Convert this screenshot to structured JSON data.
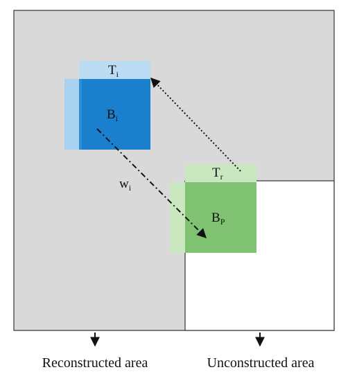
{
  "labels": {
    "template_i": "T",
    "template_i_sub": "i",
    "block_i": "B",
    "block_i_sub": "i",
    "template_r": "T",
    "template_r_sub": "r",
    "block_p": "B",
    "block_p_sub": "P",
    "weight": "w",
    "weight_sub": "i"
  },
  "captions": {
    "reconstructed": "Reconstructed area",
    "unconstructed": "Unconstructed area"
  },
  "colors": {
    "reconstructed_fill": "#d9d9d9",
    "unconstructed_fill": "#ffffff",
    "border": "#333333",
    "template_i_fill": "#bcdcf3",
    "template_i_side_fill": "#a9d2f0",
    "block_i_fill": "#2b8fd6",
    "block_i_core_fill": "#1a7fcd",
    "template_r_fill": "#c9e8bf",
    "block_p_fill": "#7fc372",
    "arrow": "#111111"
  }
}
